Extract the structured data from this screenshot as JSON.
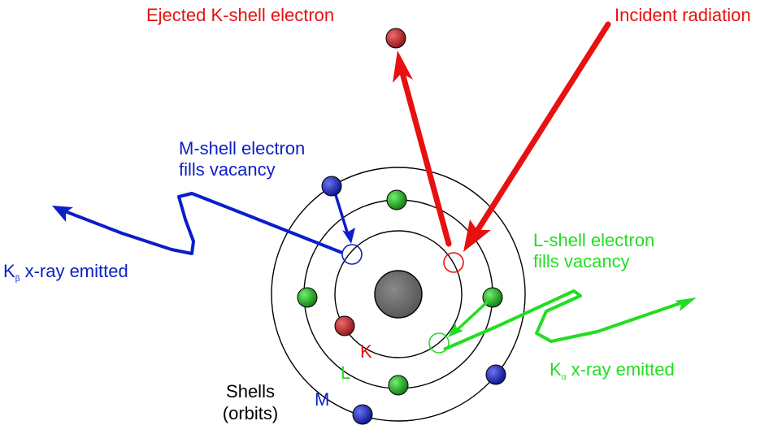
{
  "labels": {
    "ejected": "Ejected K-shell electron",
    "incident": "Incident radiation",
    "m_fill_line1": "M-shell electron",
    "m_fill_line2": "fills vacancy",
    "l_fill_line1": "L-shell electron",
    "l_fill_line2": "fills vacancy",
    "kbeta_main": "K",
    "kbeta_sub": "β",
    "kbeta_rest": " x-ray emitted",
    "kalpha_main": "K",
    "kalpha_sub": "α",
    "kalpha_rest": " x-ray emitted",
    "shells_line1": "Shells",
    "shells_line2": "(orbits)",
    "shell_k": "K",
    "shell_l": "L",
    "shell_m": "M"
  },
  "colors": {
    "red": "#e81010",
    "blue": "#0b1ec8",
    "green": "#22dd22",
    "black": "#000000",
    "nucleus": "#6e6e6e",
    "electron_red": "#c81e28",
    "electron_green": "#19b419",
    "electron_blue": "#1e28c8"
  }
}
